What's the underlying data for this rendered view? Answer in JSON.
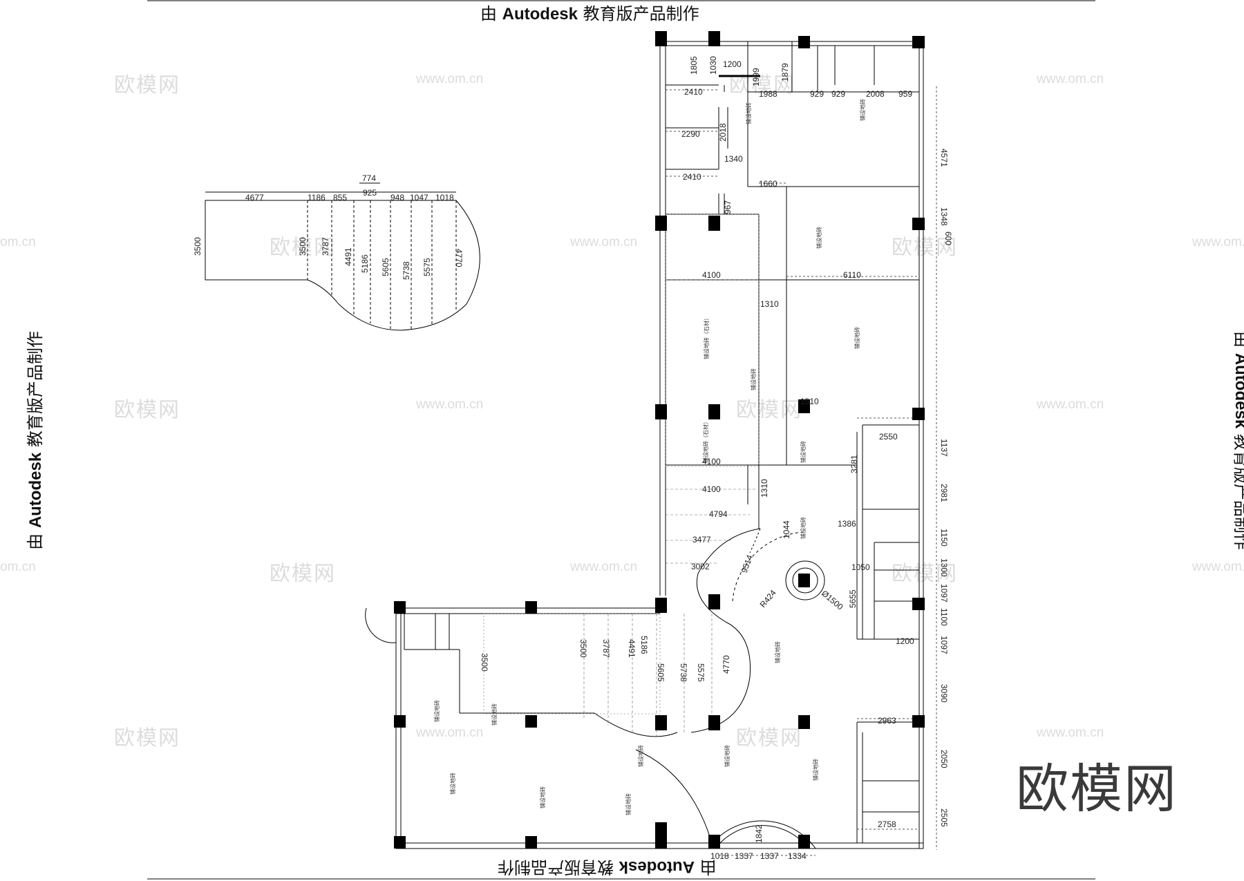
{
  "edu_stamp": {
    "prefix": "由",
    "brand": "Autodesk",
    "suffix": "教育版产品制作"
  },
  "watermark": {
    "logo": "欧模网",
    "url": "www.om.cn",
    "url_edge": "om.cn",
    "big_logo": "欧模网"
  },
  "room_label": "铺设地砖",
  "room_label_alt": "铺设地砖（石材）",
  "stair_labels": {
    "top": [
      "4677",
      "1186",
      "855",
      "774",
      "925",
      "948",
      "1047",
      "1018"
    ],
    "left": "3500",
    "radial": [
      "3500",
      "3787",
      "4491",
      "5186",
      "5605",
      "5738",
      "5575",
      "4770"
    ]
  },
  "dims": {
    "top_band": [
      "1805",
      "1030",
      "1200",
      "1999",
      "1879",
      "2410",
      "1988",
      "929",
      "929",
      "2008",
      "959"
    ],
    "left_column": [
      "2290",
      "2018",
      "1340",
      "2410",
      "967",
      "1660",
      "4100",
      "1310",
      "6110",
      "4100",
      "4100",
      "1310"
    ],
    "center": [
      "4794",
      "3477",
      "3002",
      "1044",
      "9514",
      "R424",
      "Ø1500",
      "1510"
    ],
    "right_column": [
      "4571",
      "1348",
      "600",
      "1137",
      "2981",
      "2550",
      "3281",
      "1386",
      "1150",
      "1300",
      "1050",
      "5655",
      "1097",
      "1100",
      "1097",
      "1200",
      "3090",
      "2963",
      "2050",
      "2505",
      "2758"
    ],
    "bottom": [
      "1018",
      "1337",
      "1337",
      "1334",
      "1842"
    ],
    "lower_stair": [
      "3500",
      "3500",
      "3787",
      "4491",
      "5186",
      "5605",
      "5738",
      "5575",
      "4770"
    ]
  }
}
